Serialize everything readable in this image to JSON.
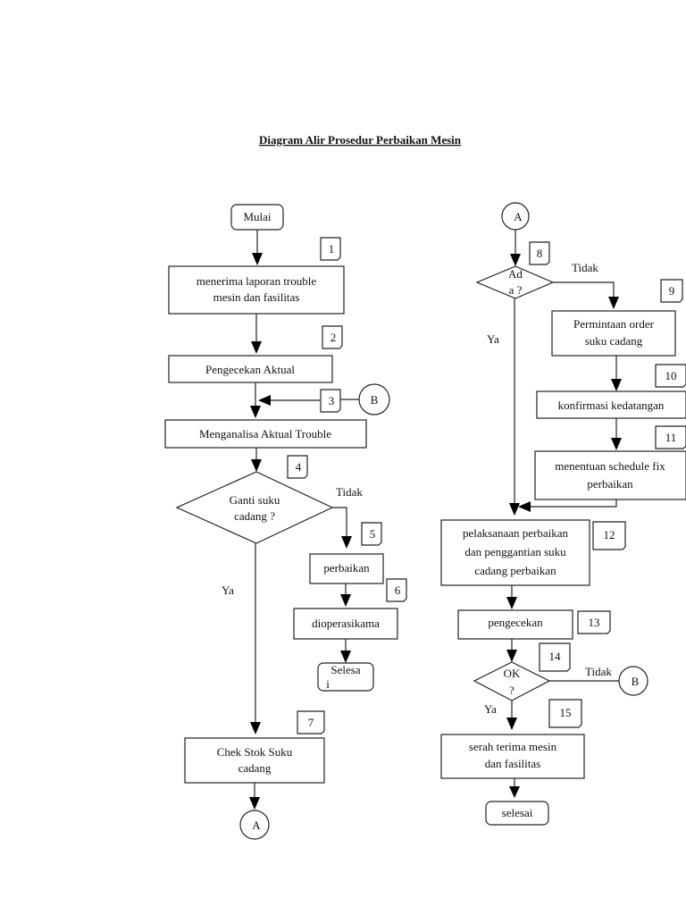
{
  "title": "Diagram Alir Prosedur Perbaikan Mesin",
  "colors": {
    "stroke": "#222222",
    "background": "#ffffff",
    "text": "#111111"
  },
  "nodes": {
    "mulai": {
      "type": "terminator",
      "lines": [
        "Mulai"
      ]
    },
    "n1": {
      "type": "process",
      "step": "1",
      "lines": [
        "menerima laporan trouble",
        "mesin dan fasilitas"
      ]
    },
    "n2": {
      "type": "process",
      "step": "2",
      "lines": [
        "Pengecekan Aktual"
      ]
    },
    "n3": {
      "type": "merge-label",
      "step": "3"
    },
    "n3b": {
      "type": "connector",
      "lines": [
        "B"
      ]
    },
    "n_analisa": {
      "type": "process",
      "lines": [
        "Menganalisa Aktual Trouble"
      ]
    },
    "n4": {
      "type": "decision",
      "step": "4",
      "lines": [
        "Ganti suku",
        "cadang ?"
      ],
      "yes_label": "Ya",
      "no_label": "Tidak"
    },
    "n5": {
      "type": "process",
      "step": "5",
      "lines": [
        "perbaikan"
      ]
    },
    "n6": {
      "type": "process",
      "step": "6",
      "lines": [
        "dioperasikama"
      ]
    },
    "selesai1": {
      "type": "terminator",
      "lines": [
        "Selesa",
        "i"
      ]
    },
    "n7": {
      "type": "process",
      "step": "7",
      "lines": [
        "Chek Stok Suku",
        "cadang"
      ]
    },
    "connA_out": {
      "type": "connector",
      "lines": [
        "A"
      ]
    },
    "connA_in": {
      "type": "connector",
      "lines": [
        "A"
      ]
    },
    "n8": {
      "type": "decision",
      "step": "8",
      "lines": [
        "Ad",
        "a ?"
      ],
      "yes_label": "Ya",
      "no_label": "Tidak"
    },
    "n9": {
      "type": "process",
      "step": "9",
      "lines": [
        "Permintaan order",
        "suku cadang"
      ]
    },
    "n10": {
      "type": "process",
      "step": "10",
      "lines": [
        "konfirmasi kedatangan"
      ]
    },
    "n11": {
      "type": "process",
      "step": "11",
      "lines": [
        "menentuan schedule fix",
        "perbaikan"
      ]
    },
    "n12": {
      "type": "process",
      "step": "12",
      "lines": [
        "pelaksanaan perbaikan",
        "dan penggantian suku",
        "cadang perbaikan"
      ]
    },
    "n13": {
      "type": "process",
      "step": "13",
      "lines": [
        "pengecekan"
      ]
    },
    "n14": {
      "type": "decision",
      "step": "14",
      "lines": [
        "OK",
        "?"
      ],
      "yes_label": "Ya",
      "no_label": "Tidak"
    },
    "connB_out": {
      "type": "connector",
      "lines": [
        "B"
      ]
    },
    "n15": {
      "type": "process",
      "step": "15",
      "lines": [
        "serah terima mesin",
        "dan fasilitas"
      ]
    },
    "selesai2": {
      "type": "terminator",
      "lines": [
        "selesai"
      ]
    }
  }
}
